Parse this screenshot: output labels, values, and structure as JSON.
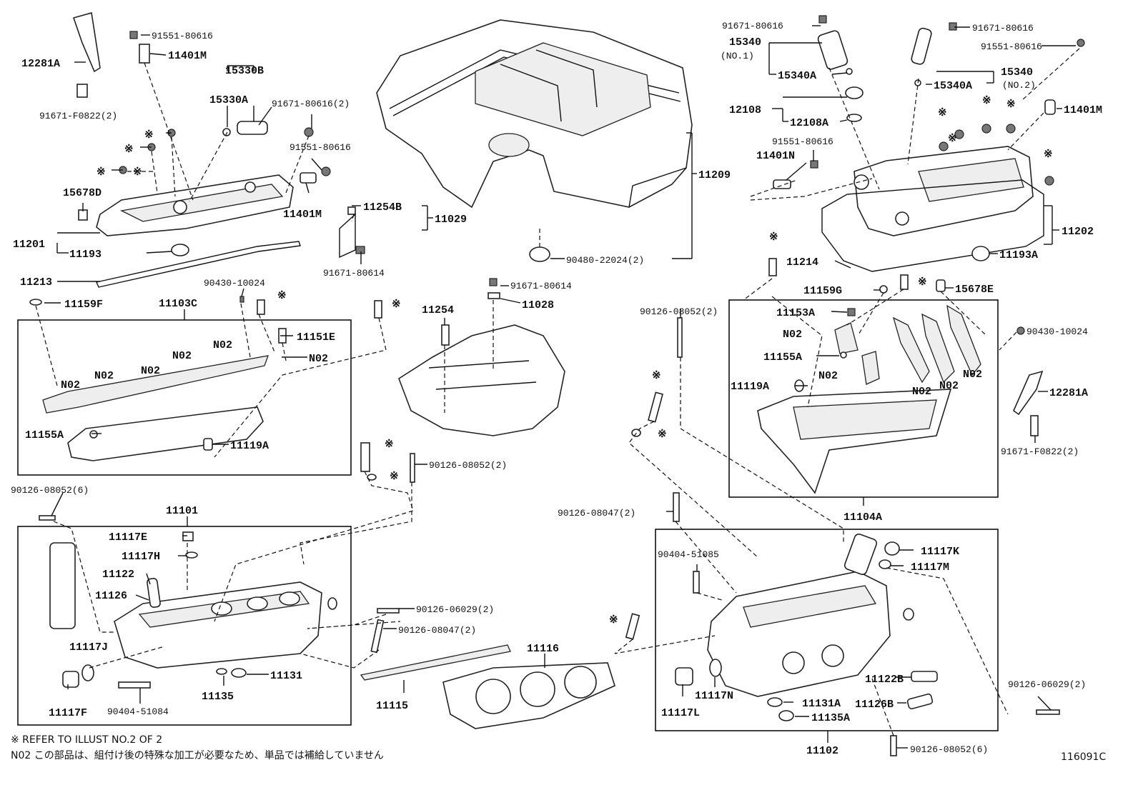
{
  "labels": {
    "p12281A_l": "12281A",
    "p91551_tl": "91551-80616",
    "p11401M_tl": "11401M",
    "p15330B": "15330B",
    "p15330A": "15330A",
    "p91671_F0822_l": "91671-F0822(2)",
    "p91671_80616_2_l": "91671-80616(2)",
    "p91551_ml": "91551-80616",
    "p15678D": "15678D",
    "p11401M_ml": "11401M",
    "p11201": "11201",
    "p11193": "11193",
    "p11213": "11213",
    "p90430_l": "90430-10024",
    "p11159F": "11159F",
    "p11103C": "11103C",
    "p11151E": "11151E",
    "p11155A_l": "11155A",
    "p11119A_l": "11119A",
    "p90126_08052_6_l": "90126-08052(6)",
    "p11101": "11101",
    "p11117E": "11117E",
    "p11117H": "11117H",
    "p11122": "11122",
    "p11126": "11126",
    "p11117J": "11117J",
    "p11117F": "11117F",
    "p90404_51084": "90404-51084",
    "p11135": "11135",
    "p11131": "11131",
    "p11254B": "11254B",
    "p11029": "11029",
    "p91671_80614_a": "91671-80614",
    "p90480": "90480-22024(2)",
    "p11209": "11209",
    "p91671_80614_b": "91671-80614",
    "p11028": "11028",
    "p11254": "11254",
    "p90126_08052_2_c": "90126-08052(2)",
    "p90126_06029_2_c": "90126-06029(2)",
    "p90126_08047_2_c": "90126-08047(2)",
    "p11116": "11116",
    "p11115": "11115",
    "p91671_80616_tr1": "91671-80616",
    "p91671_80616_tr2": "91671-80616",
    "p15340_1": "15340",
    "p15340_1_sub": "(NO.1)",
    "p15340A_1": "15340A",
    "p91551_tr": "91551-80616",
    "p15340_2": "15340",
    "p15340_2_sub": "(NO.2)",
    "p15340A_2": "15340A",
    "p12108": "12108",
    "p12108A": "12108A",
    "p91551_mr": "91551-80616",
    "p11401N": "11401N",
    "p11401M_r": "11401M",
    "p11202": "11202",
    "p11214": "11214",
    "p11193A": "11193A",
    "p11159G": "11159G",
    "p15678E": "15678E",
    "p90126_08052_2_r": "90126-08052(2)",
    "p11153A": "11153A",
    "p11155A_r": "11155A",
    "p11119A_r": "11119A",
    "p90430_r": "90430-10024",
    "p12281A_r": "12281A",
    "p91671_F0822_r": "91671-F0822(2)",
    "p11104A": "11104A",
    "p90126_08047_2_r": "90126-08047(2)",
    "p90404_51085": "90404-51085",
    "p11117K": "11117K",
    "p11117M": "11117M",
    "p11117N": "11117N",
    "p11117L": "11117L",
    "p11122B": "11122B",
    "p11126B": "11126B",
    "p11131A": "11131A",
    "p11135A": "11135A",
    "p11102": "11102",
    "p90126_06029_2_r": "90126-06029(2)",
    "p90126_08052_6_r": "90126-08052(6)"
  },
  "n02": "N02",
  "ref_mark": "※",
  "notes": {
    "ref": "※ REFER TO ILLUST NO.2 OF 2",
    "n02": "N02 この部品は、組付け後の特殊な加工が必要なため、単品では補給していません",
    "code": "116091C"
  }
}
